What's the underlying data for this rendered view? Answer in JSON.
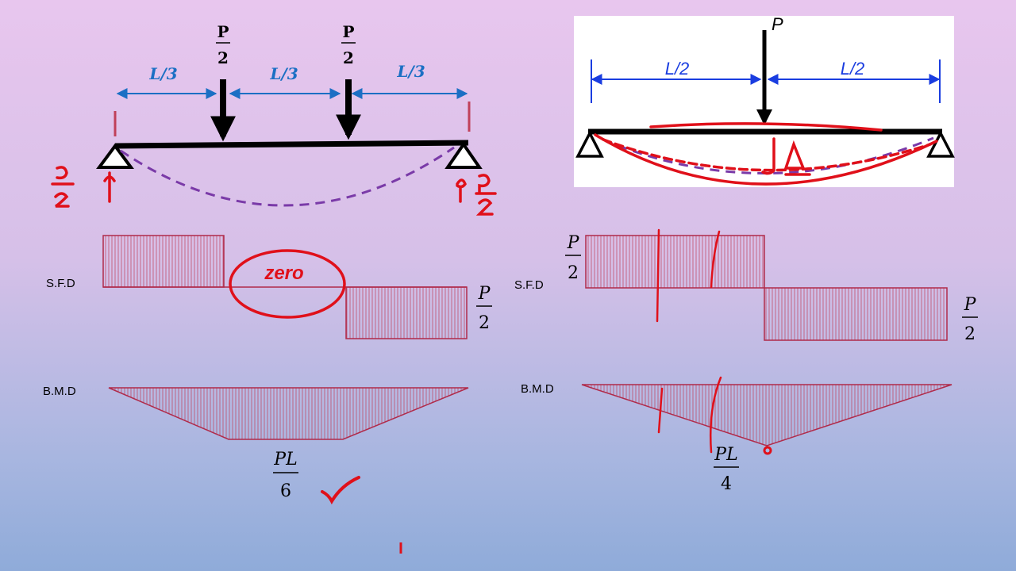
{
  "left_beam": {
    "loads": [
      {
        "numerator": "P",
        "denominator": "2"
      },
      {
        "numerator": "P",
        "denominator": "2"
      }
    ],
    "spans": [
      "L/3",
      "L/3",
      "L/3"
    ]
  },
  "right_beam": {
    "load": "P",
    "spans": [
      "L/2",
      "L/2"
    ],
    "deflection_label": "Δ"
  },
  "left_sfd": {
    "label": "S.F.D",
    "value": {
      "numerator": "P",
      "denominator": "2"
    },
    "annotation": "zero"
  },
  "left_bmd": {
    "label": "B.M.D",
    "value": {
      "numerator": "PL",
      "denominator": "6"
    }
  },
  "right_sfd": {
    "label": "S.F.D",
    "top_value": {
      "numerator": "P",
      "denominator": "2"
    },
    "bottom_value": {
      "numerator": "P",
      "denominator": "2"
    }
  },
  "right_bmd": {
    "label": "B.M.D",
    "value": {
      "numerator": "PL",
      "denominator": "4"
    }
  },
  "colors": {
    "beam": "#000000",
    "dimension": "#1b6fc4",
    "dimension_right": "#1a3de0",
    "diagram": "#b02a4a",
    "handwriting": "#e0101a",
    "deflection": "#7a3aa8"
  }
}
